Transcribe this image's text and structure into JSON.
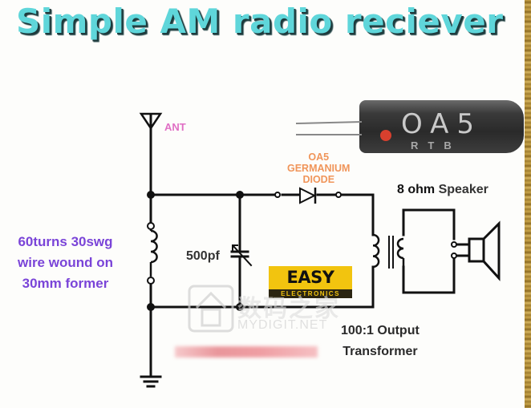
{
  "title": "Simple AM radio reciever",
  "labels": {
    "antenna": "ANT",
    "diode_lines": [
      "OA5",
      "GERMANIUM",
      "DIODE"
    ],
    "coil_lines": [
      "60turns 30swg",
      "wire wound on",
      "30mm former"
    ],
    "capacitor": "500pf",
    "speaker_value": "8 ohm",
    "speaker_word": "Speaker",
    "transformer_lines": [
      "100:1 Output",
      "Transformer"
    ]
  },
  "diode_photo": {
    "code": "OA5",
    "sub": "RTB"
  },
  "logo": {
    "line1": "EASY",
    "line2": "ELECTRONICS"
  },
  "watermark": {
    "text": "MYDIGIT.NET",
    "cn": "数码之家"
  },
  "colors": {
    "title": "#5fd6da",
    "antenna_label": "#e06fc4",
    "diode_label": "#f0955a",
    "coil_label": "#7a44d8",
    "logo_bg": "#f2c40f",
    "wire": "#111111"
  }
}
